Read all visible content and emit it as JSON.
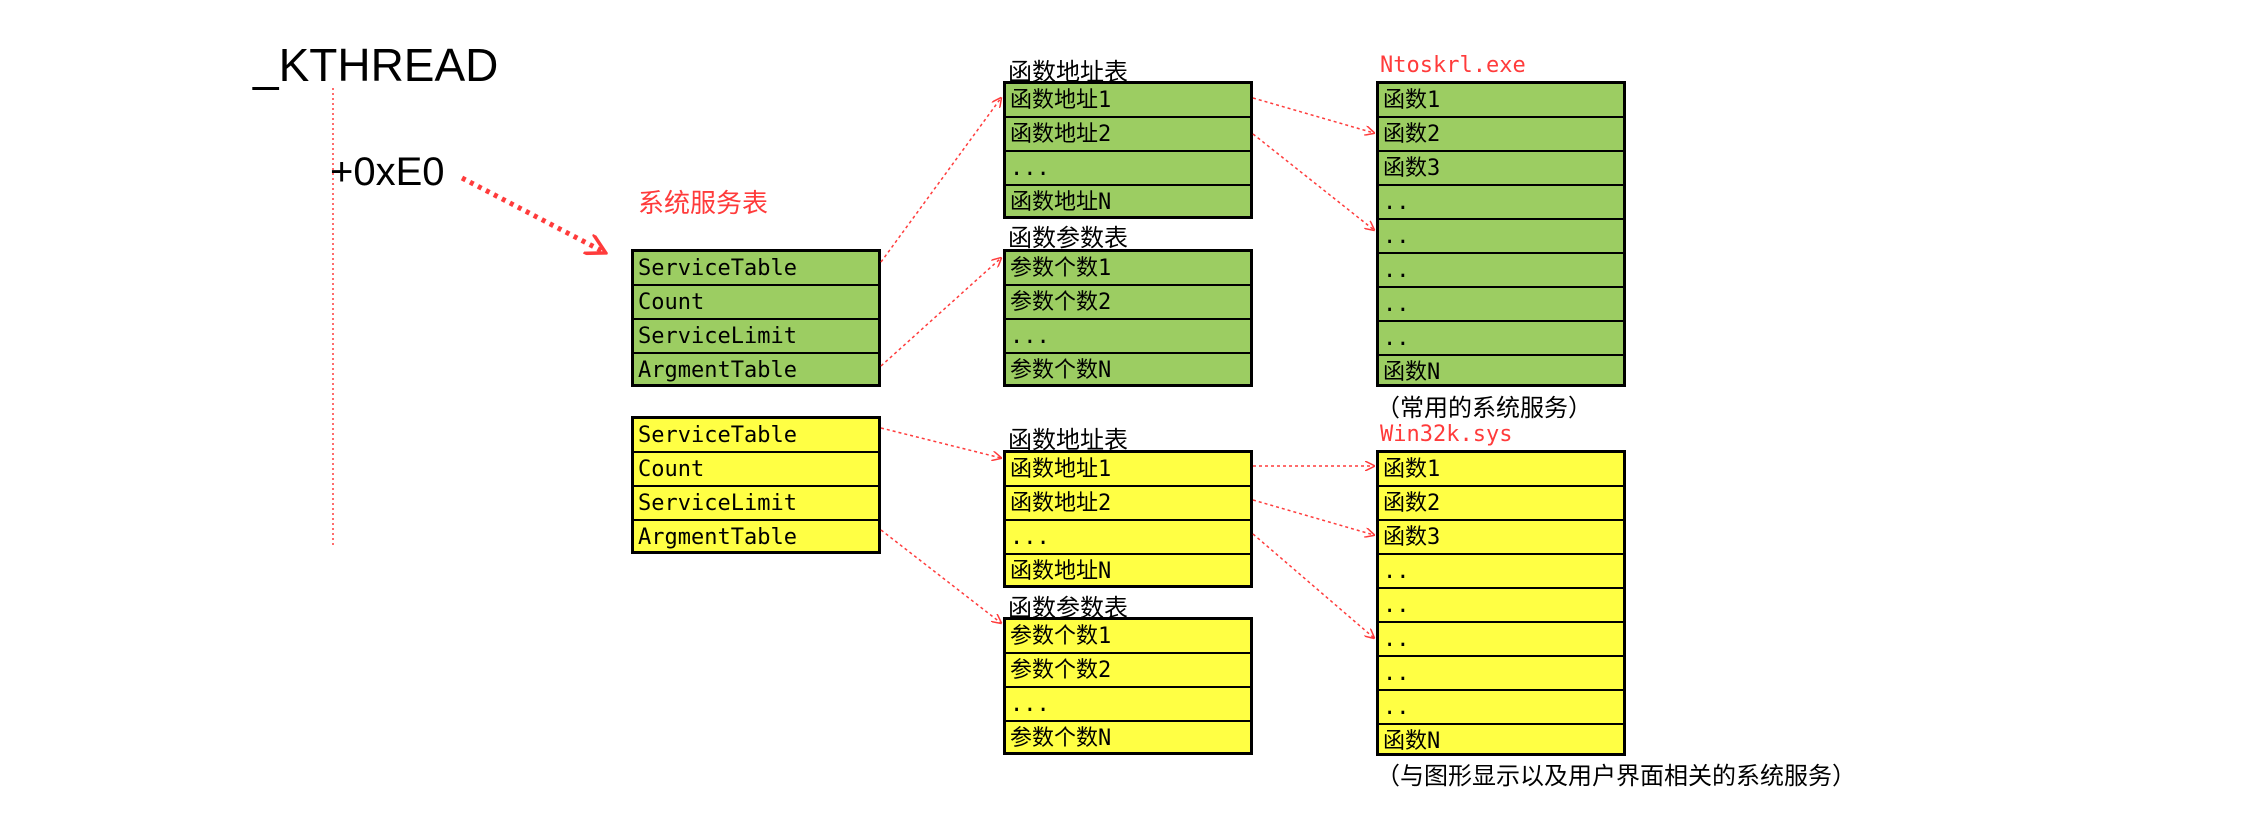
{
  "kthread": {
    "title": "_KTHREAD",
    "offset": "+0xE0"
  },
  "service_table_label": "系统服务表",
  "ntoskrnl": {
    "descriptor": [
      "ServiceTable",
      "Count",
      "ServiceLimit",
      "ArgmentTable"
    ],
    "addr_title": "函数地址表",
    "addr_rows": [
      "函数地址1",
      "函数地址2",
      "...",
      "函数地址N"
    ],
    "param_title": "函数参数表",
    "param_rows": [
      "参数个数1",
      "参数个数2",
      "...",
      "参数个数N"
    ],
    "module_name": "Ntoskrl.exe",
    "func_rows": [
      "函数1",
      "函数2",
      "函数3",
      "..",
      "..",
      "..",
      "..",
      "..",
      "函数N"
    ],
    "caption": "（常用的系统服务）",
    "color": "#9ccd62"
  },
  "win32k": {
    "descriptor": [
      "ServiceTable",
      "Count",
      "ServiceLimit",
      "ArgmentTable"
    ],
    "addr_title": "函数地址表",
    "addr_rows": [
      "函数地址1",
      "函数地址2",
      "...",
      "函数地址N"
    ],
    "param_title": "函数参数表",
    "param_rows": [
      "参数个数1",
      "参数个数2",
      "...",
      "参数个数N"
    ],
    "module_name": "Win32k.sys",
    "func_rows": [
      "函数1",
      "函数2",
      "函数3",
      "..",
      "..",
      "..",
      "..",
      "..",
      "函数N"
    ],
    "caption": "（与图形显示以及用户界面相关的系统服务）",
    "color": "#ffff44"
  },
  "arrow_color": "#ff3b3b"
}
